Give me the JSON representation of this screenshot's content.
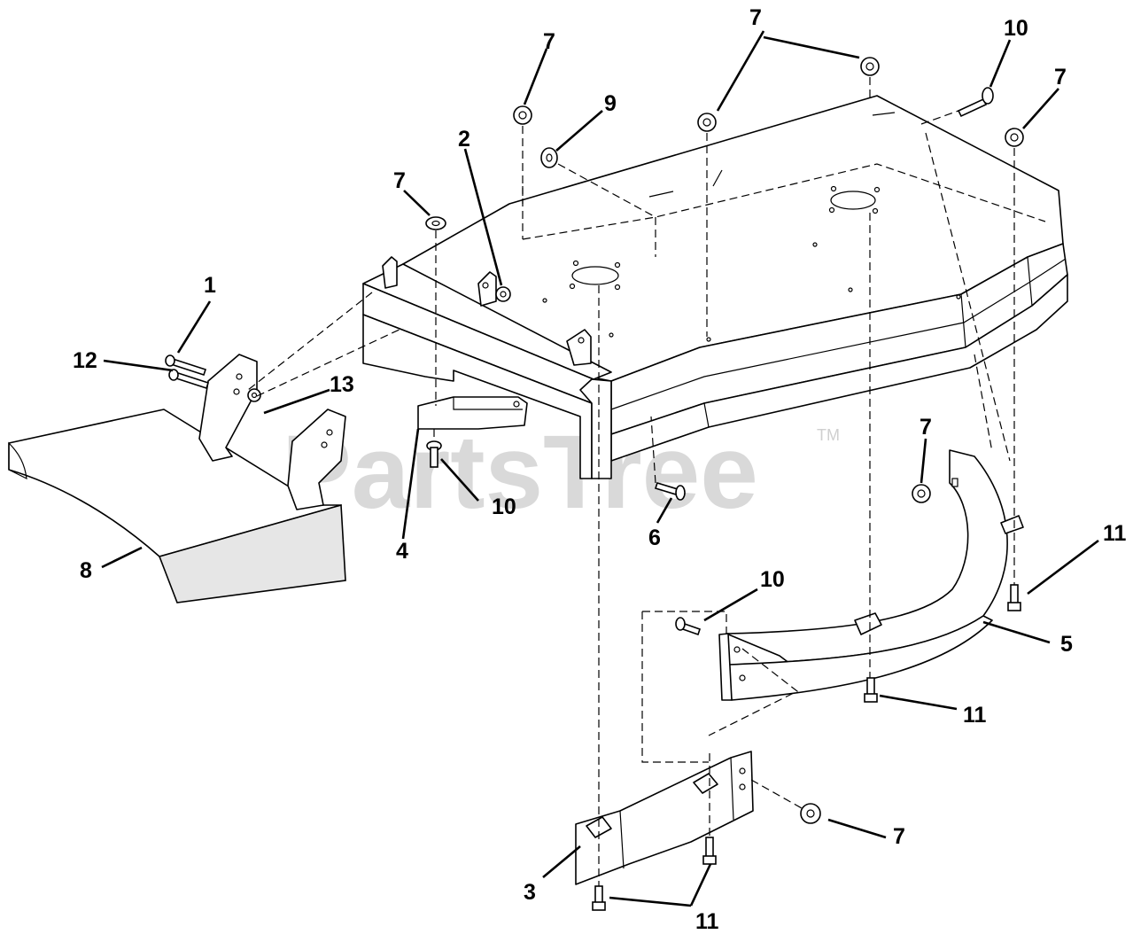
{
  "watermark": {
    "text": "PartsTree",
    "trademark": "TM"
  },
  "callouts": [
    {
      "id": "c7-a",
      "label": "7"
    },
    {
      "id": "c7-b",
      "label": "7"
    },
    {
      "id": "c10-a",
      "label": "10"
    },
    {
      "id": "c7-c",
      "label": "7"
    },
    {
      "id": "c9",
      "label": "9"
    },
    {
      "id": "c2",
      "label": "2"
    },
    {
      "id": "c7-d",
      "label": "7"
    },
    {
      "id": "c1",
      "label": "1"
    },
    {
      "id": "c12",
      "label": "12"
    },
    {
      "id": "c13",
      "label": "13"
    },
    {
      "id": "c10-b",
      "label": "10"
    },
    {
      "id": "c4",
      "label": "4"
    },
    {
      "id": "c8",
      "label": "8"
    },
    {
      "id": "c6",
      "label": "6"
    },
    {
      "id": "c7-e",
      "label": "7"
    },
    {
      "id": "c11-a",
      "label": "11"
    },
    {
      "id": "c10-c",
      "label": "10"
    },
    {
      "id": "c5",
      "label": "5"
    },
    {
      "id": "c11-b",
      "label": "11"
    },
    {
      "id": "c3",
      "label": "3"
    },
    {
      "id": "c7-f",
      "label": "7"
    },
    {
      "id": "c11-c",
      "label": "11"
    }
  ]
}
